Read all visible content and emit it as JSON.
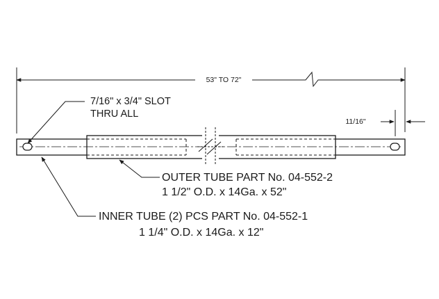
{
  "overall_dimension": "53\" TO 72\"",
  "end_dimension": "11/16\"",
  "slot_note": {
    "line1": "7/16\" x 3/4\" SLOT",
    "line2": "THRU ALL"
  },
  "outer_tube": {
    "line1": "OUTER TUBE PART No. 04-552-2",
    "line2": "1 1/2\" O.D. x 14Ga. x 52\""
  },
  "inner_tube": {
    "line1": "INNER TUBE (2) PCS PART No.  04-552-1",
    "line2": "1 1/4\" O.D. x 14Ga. x 12\""
  }
}
